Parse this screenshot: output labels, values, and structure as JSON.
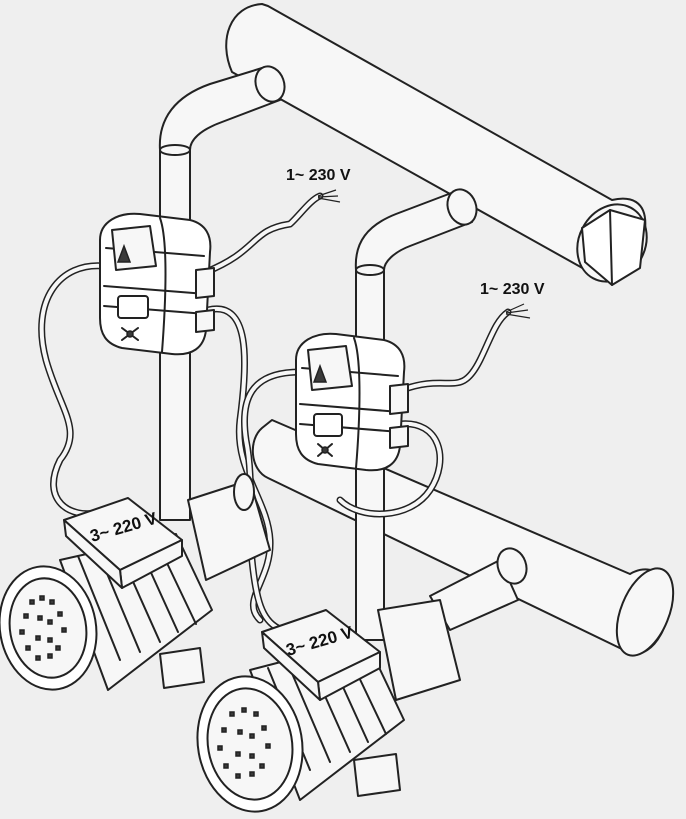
{
  "labels": {
    "supply_1": "1~ 230 V",
    "supply_2": "1~ 230 V",
    "motor_1": "3~ 220 V",
    "motor_2": "3~ 220 V"
  },
  "colors": {
    "background": "#efefef",
    "line": "#222222",
    "fill": "#f7f7f7"
  }
}
